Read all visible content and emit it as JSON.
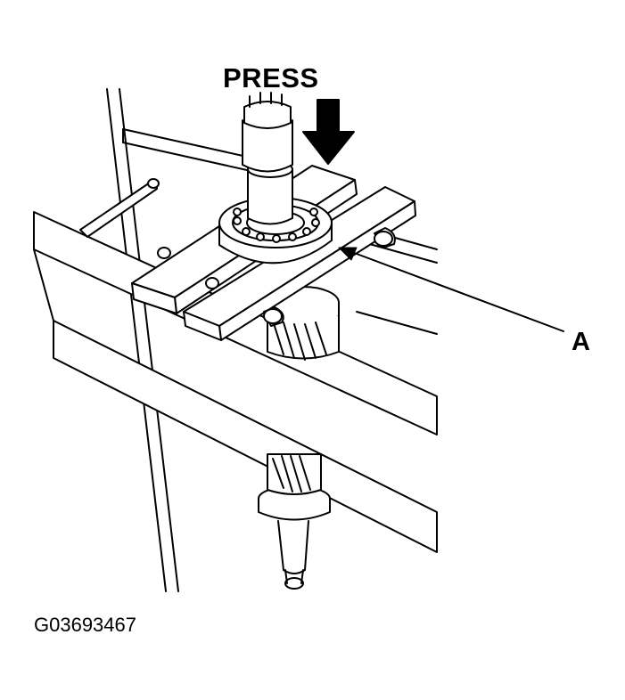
{
  "figure": {
    "press_label": "PRESS",
    "callout_label": "A",
    "figure_id": "G03693467",
    "line_color": "#000000",
    "background": "#ffffff"
  }
}
